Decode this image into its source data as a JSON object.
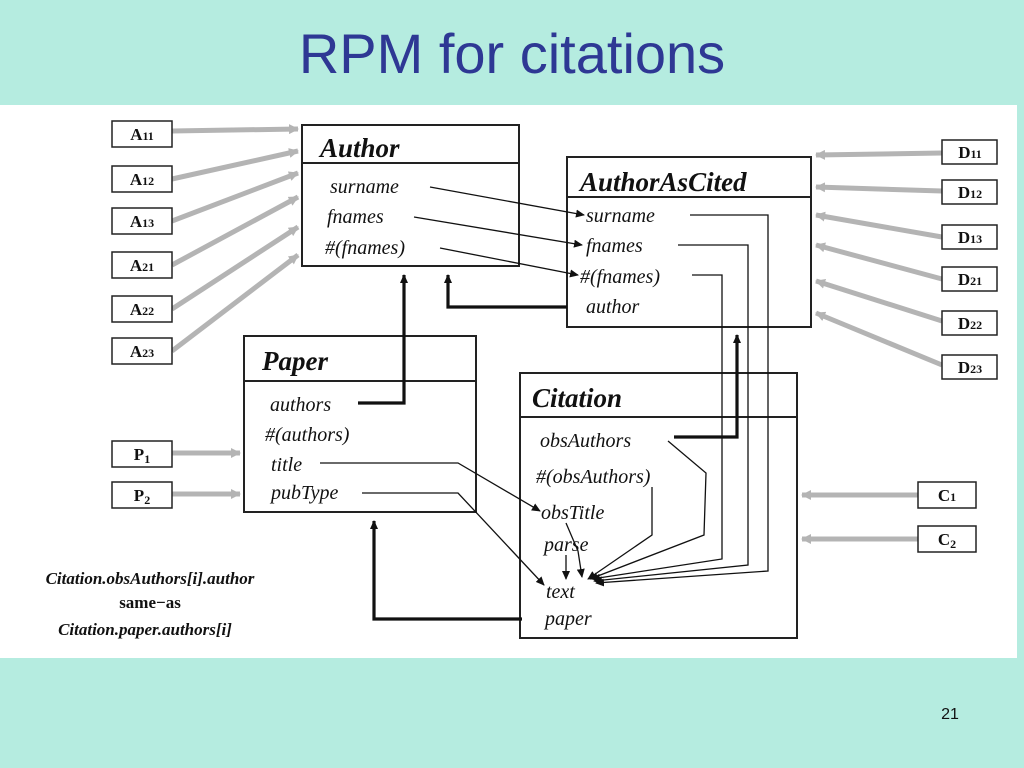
{
  "slide": {
    "title": "RPM for citations",
    "page_number": "21"
  },
  "diagram": {
    "classes": {
      "author": {
        "title": "Author",
        "attributes": [
          "surname",
          "fnames",
          "#(fnames)"
        ]
      },
      "author_as_cited": {
        "title": "AuthorAsCited",
        "attributes": [
          "surname",
          "fnames",
          "#(fnames)",
          "author"
        ]
      },
      "paper": {
        "title": "Paper",
        "attributes": [
          "authors",
          "#(authors)",
          "title",
          "pubType"
        ]
      },
      "citation": {
        "title": "Citation",
        "attributes": [
          "obsAuthors",
          "#(obsAuthors)",
          "obsTitle",
          "parse",
          "text",
          "paper"
        ]
      }
    },
    "inputs": {
      "A": [
        [
          "A",
          "11"
        ],
        [
          "A",
          "12"
        ],
        [
          "A",
          "13"
        ],
        [
          "A",
          "21"
        ],
        [
          "A",
          "22"
        ],
        [
          "A",
          "23"
        ]
      ],
      "D": [
        [
          "D",
          "11"
        ],
        [
          "D",
          "12"
        ],
        [
          "D",
          "13"
        ],
        [
          "D",
          "21"
        ],
        [
          "D",
          "22"
        ],
        [
          "D",
          "23"
        ]
      ],
      "P": [
        [
          "P",
          "1"
        ],
        [
          "P",
          "2"
        ]
      ],
      "C": [
        [
          "C",
          "1"
        ],
        [
          "C",
          "2"
        ]
      ]
    },
    "constraint": {
      "line1": "Citation.obsAuthors[i].author",
      "line2": "same−as",
      "line3": "Citation.paper.authors[i]"
    },
    "colors": {
      "input_arrow": "#b4b4b4",
      "box_border": "#222222",
      "link_line": "#111111"
    }
  }
}
